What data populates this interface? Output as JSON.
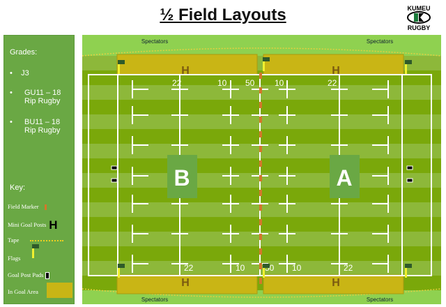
{
  "title": "½ Field Layouts",
  "logo": {
    "top": "KUMEU",
    "bottom": "RUGBY"
  },
  "sidebar": {
    "grades_heading": "Grades:",
    "grades": [
      "J3",
      "GU11 – 18 Rip Rugby",
      "BU11 – 18 Rip Rugby"
    ],
    "key_heading": "Key:",
    "key": [
      "Field Marker",
      "Mini Goal Posts",
      "Tape",
      "Flags",
      "Goal Post Pads",
      "In Goal Area"
    ],
    "bullet": "•",
    "h": "H"
  },
  "field": {
    "spectators": [
      "Spectators",
      "Spectators",
      "Spectators",
      "Spectators"
    ],
    "top_labels": [
      "22",
      "10",
      "50",
      "10",
      "22"
    ],
    "bottom_labels": [
      "22",
      "10",
      "50",
      "10",
      "22"
    ],
    "field_b": "B",
    "field_a": "A",
    "goal": "H"
  },
  "colors": {
    "grass_light": "#8db83a",
    "grass_dark": "#7aa80a",
    "surround": "#8fd150",
    "in_goal": "#c9b515",
    "marker": "#d2782a"
  }
}
